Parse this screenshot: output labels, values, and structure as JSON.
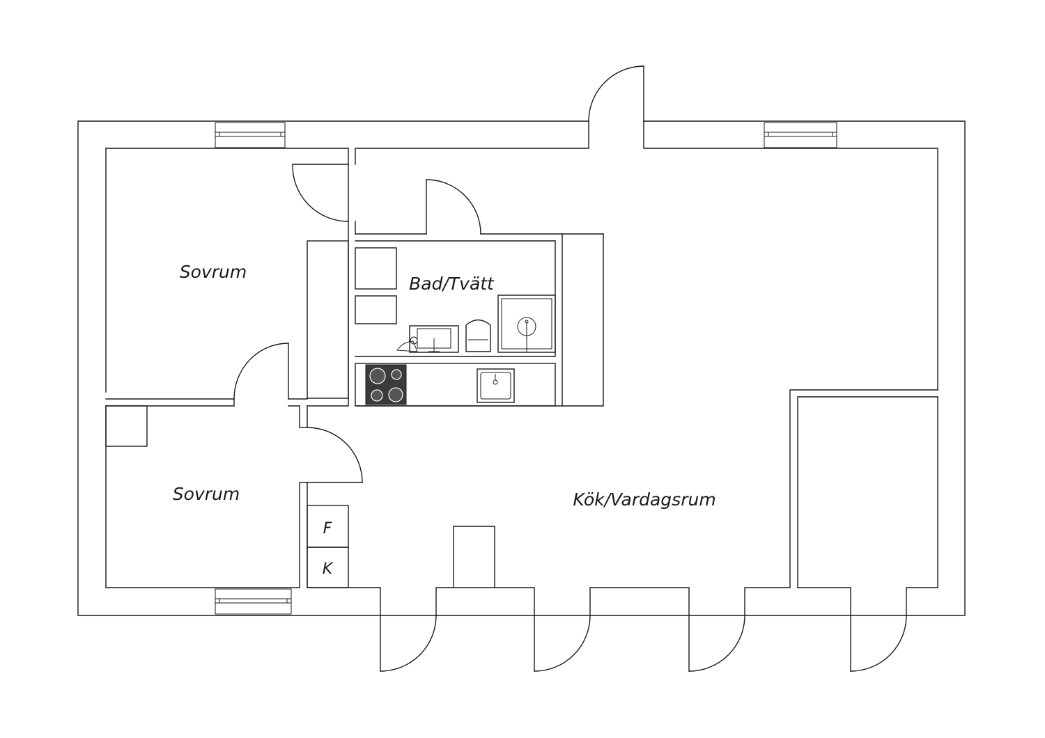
{
  "plan": {
    "rooms": {
      "bedroom_top": "Sovrum",
      "bedroom_bottom": "Sovrum",
      "bathroom": "Bad/Tvätt",
      "kitchen_living": "Kök/Vardagsrum"
    },
    "appliances": {
      "fridge": "F",
      "freezer": "K"
    },
    "colors": {
      "line": "#1a1a1a",
      "background": "#ffffff",
      "hob": "#3a3a3a"
    }
  }
}
